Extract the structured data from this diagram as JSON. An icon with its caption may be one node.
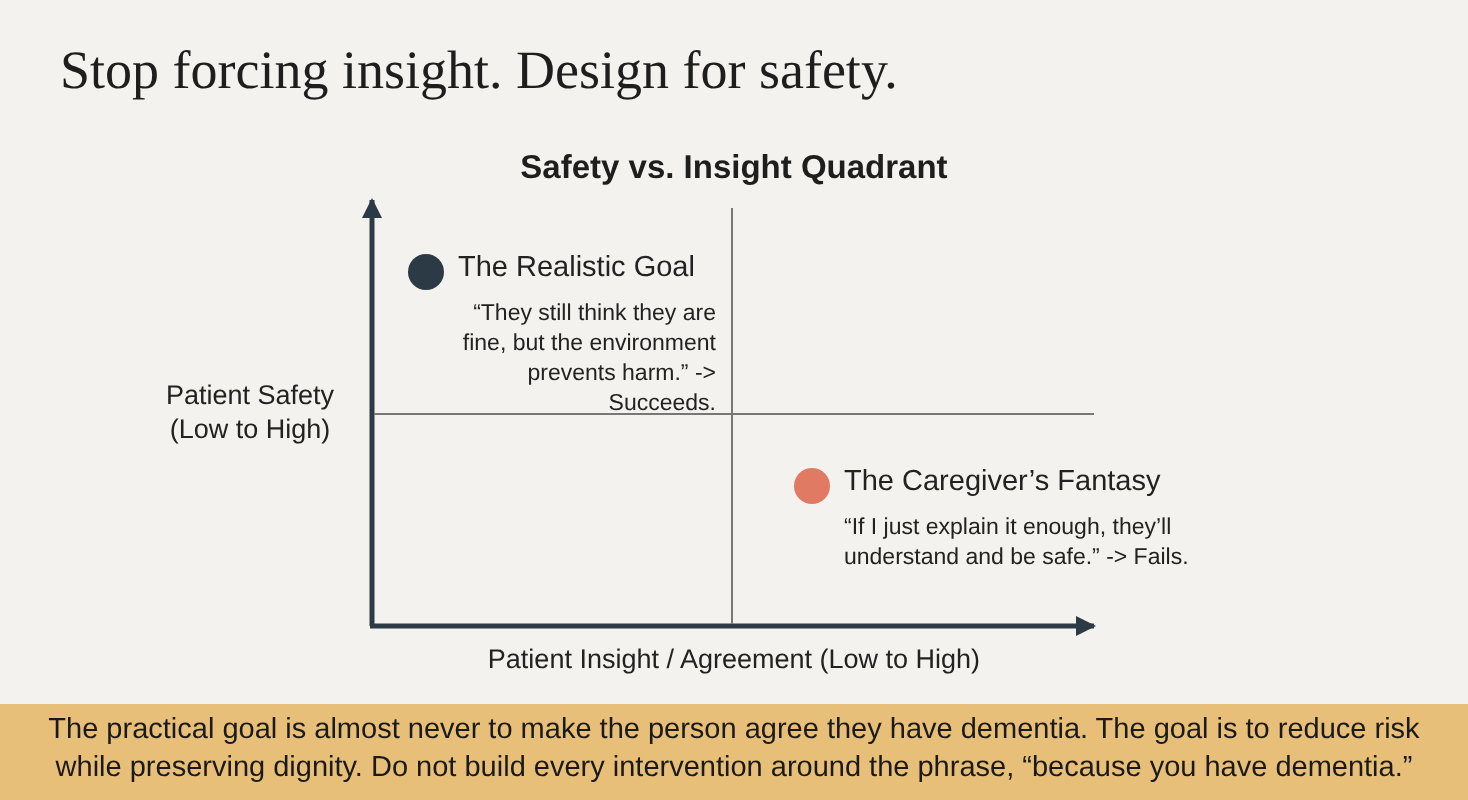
{
  "diagram": {
    "title": "Stop forcing insight. Design for safety.",
    "nodes": [
      {
        "text": [
          "The Realistic Goal",
          "“They still think they are fine, but the environment prevents harm.” -> Succeeds."
        ]
      },
      {
        "text": [
          "The Caregiver’s Fantasy",
          "“If I just explain it enough, they’ll understand and be safe.” -> Fails."
        ]
      },
      {
        "text": [
          "The practical goal is almost never to make the person agree they have dementia. The goal is to reduce risk while preserving dignity. Do not build every intervention around the phrase, “because you have dementia.”"
        ]
      }
    ],
    "edges": [],
    "labels": [
      "Safety vs. Insight Quadrant",
      "Patient Safety (Low to High)",
      "Patient Insight / Agreement (Low to High)"
    ]
  }
}
